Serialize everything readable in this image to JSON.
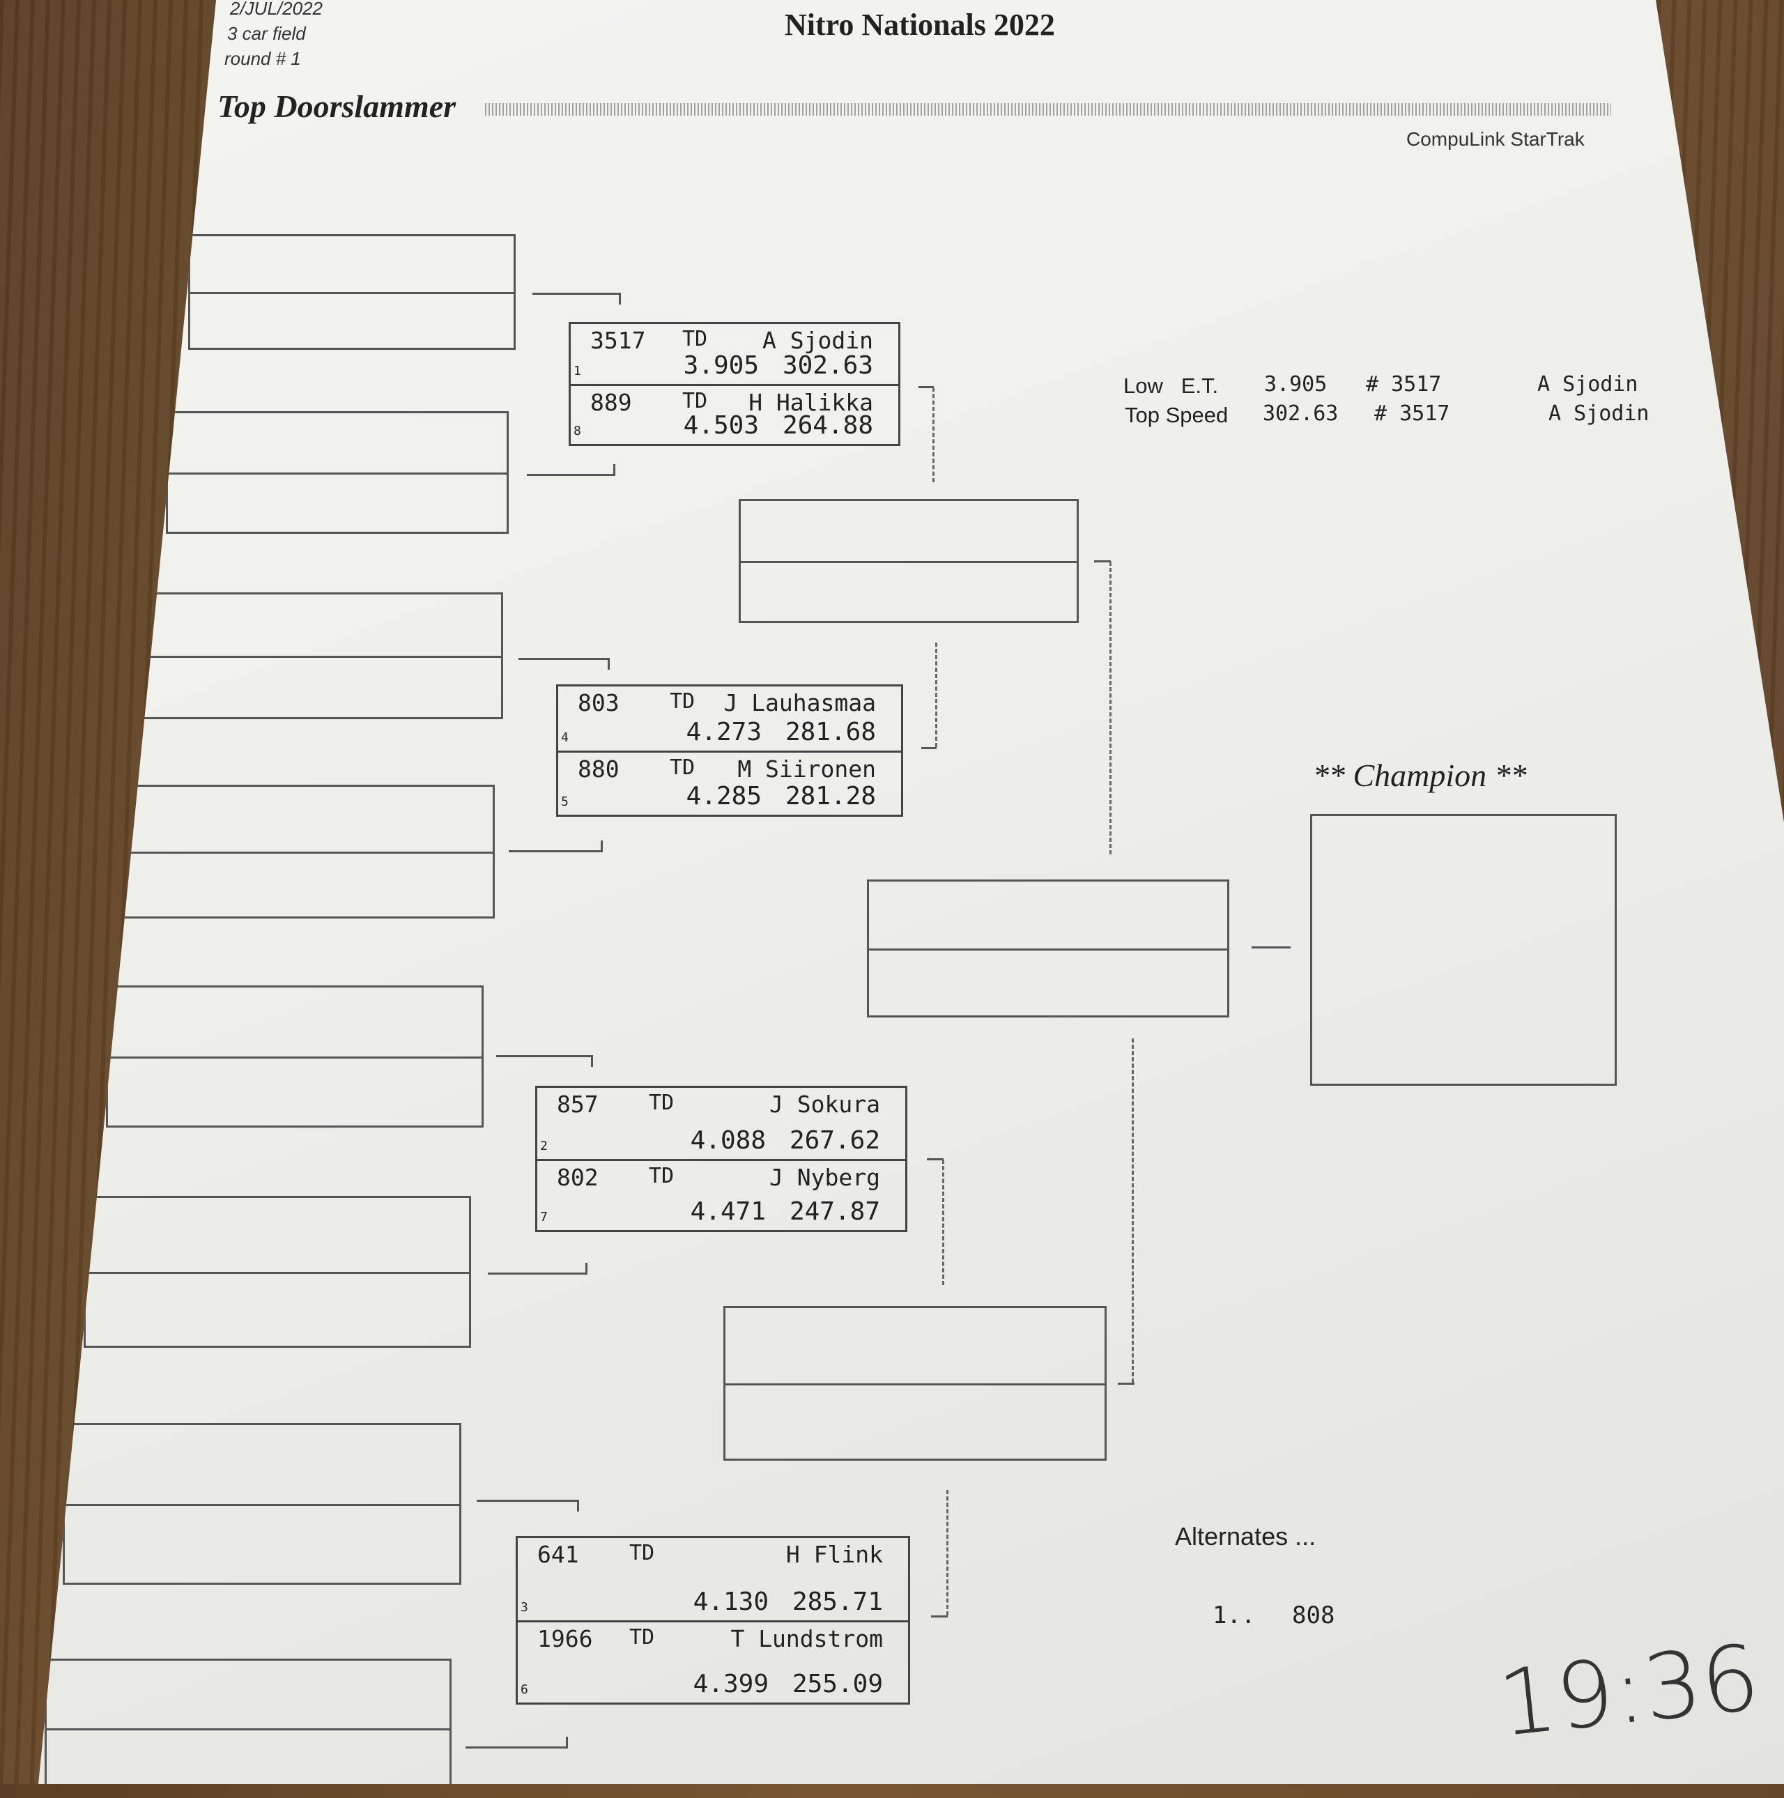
{
  "header": {
    "date": "2/JUL/2022",
    "field": "3 car field",
    "round": "round # 1",
    "event_title": "Nitro Nationals 2022",
    "class_title": "Top Doorslammer",
    "software": "CompuLink StarTrak"
  },
  "matchups": [
    {
      "top": {
        "number": "3517",
        "class": "TD",
        "driver": "A Sjodin",
        "seed": "1",
        "et": "3.905",
        "speed": "302.63"
      },
      "bottom": {
        "number": "889",
        "class": "TD",
        "driver": "H Halikka",
        "seed": "8",
        "et": "4.503",
        "speed": "264.88"
      }
    },
    {
      "top": {
        "number": "803",
        "class": "TD",
        "driver": "J Lauhasmaa",
        "seed": "4",
        "et": "4.273",
        "speed": "281.68"
      },
      "bottom": {
        "number": "880",
        "class": "TD",
        "driver": "M Siironen",
        "seed": "5",
        "et": "4.285",
        "speed": "281.28"
      }
    },
    {
      "top": {
        "number": "857",
        "class": "TD",
        "driver": "J Sokura",
        "seed": "2",
        "et": "4.088",
        "speed": "267.62"
      },
      "bottom": {
        "number": "802",
        "class": "TD",
        "driver": "J Nyberg",
        "seed": "7",
        "et": "4.471",
        "speed": "247.87"
      }
    },
    {
      "top": {
        "number": "641",
        "class": "TD",
        "driver": "H Flink",
        "seed": "3",
        "et": "4.130",
        "speed": "285.71"
      },
      "bottom": {
        "number": "1966",
        "class": "TD",
        "driver": "T Lundstrom",
        "seed": "6",
        "et": "4.399",
        "speed": "255.09"
      }
    }
  ],
  "records": {
    "low_et": {
      "label_1": "Low",
      "label_2": "E.T.",
      "value": "3.905",
      "car": "# 3517",
      "driver": "A Sjodin"
    },
    "top_speed": {
      "label": "Top Speed",
      "value": "302.63",
      "car": "# 3517",
      "driver": "A Sjodin"
    }
  },
  "champion": {
    "label": "** Champion **"
  },
  "alternates": {
    "label": "Alternates ...",
    "entries": [
      {
        "index": "1..",
        "number": "808"
      }
    ]
  },
  "handwritten_note": "19:36"
}
